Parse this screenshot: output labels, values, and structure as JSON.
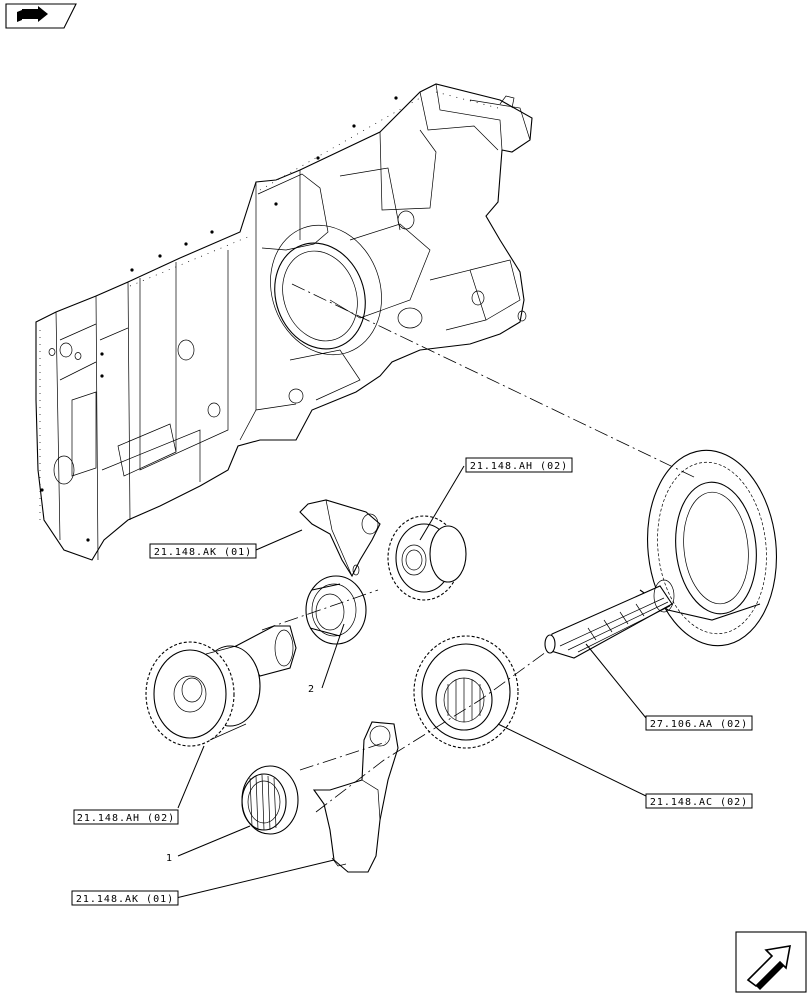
{
  "icons": {
    "top_left": "book-navigation-icon",
    "bottom_right": "next-page-arrow-icon"
  },
  "callouts": {
    "shift_fork_upper": "21.148.AK (01)",
    "gear_upper": "21.148.AH (02)",
    "gear_lower_left": "21.148.AH (02)",
    "pinion_shaft": "27.106.AA (02)",
    "gear_lower_right": "21.148.AC (02)",
    "shift_fork_lower": "21.148.AK (01)"
  },
  "item_numbers": {
    "bearing": "1",
    "synchronizer": "2"
  }
}
